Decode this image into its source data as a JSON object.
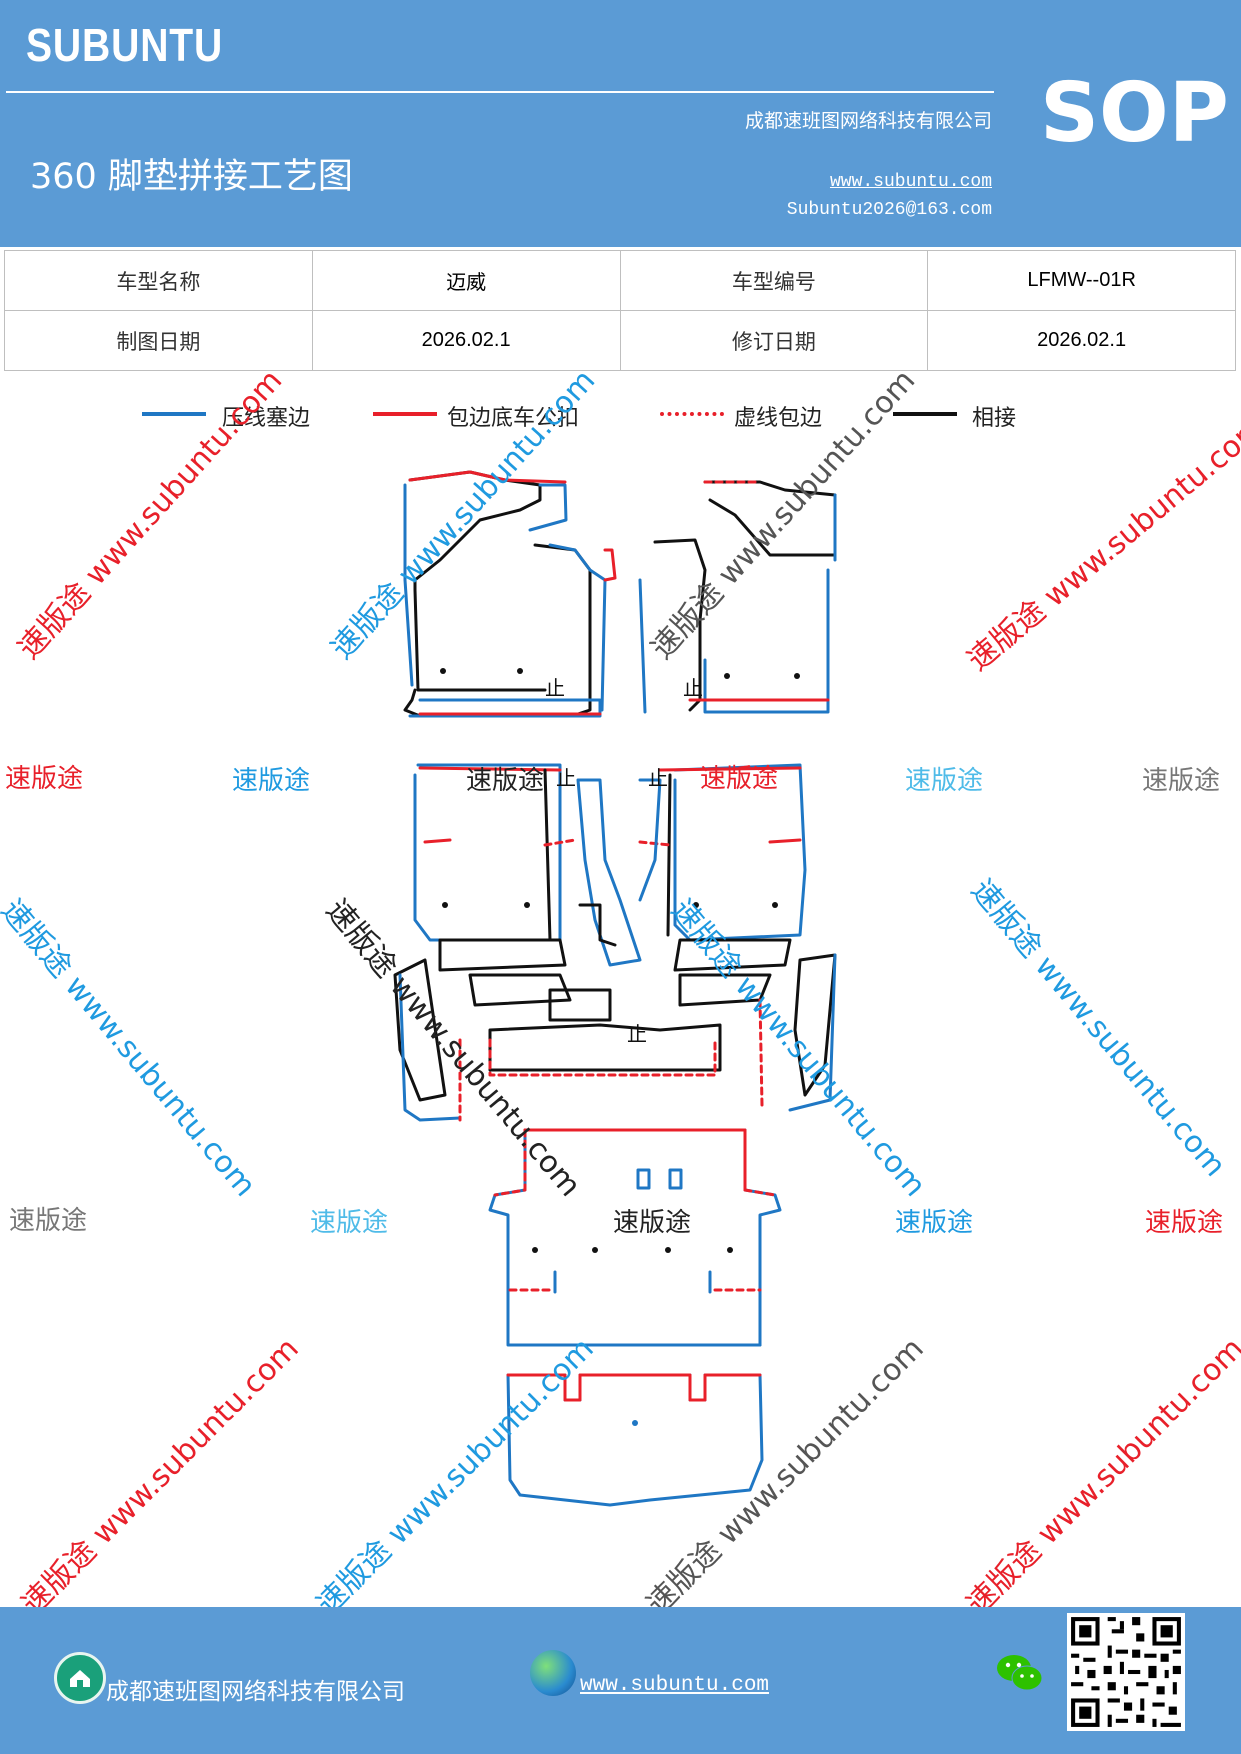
{
  "header": {
    "brand": "SUBUNTU",
    "company": "成都速班图网络科技有限公司",
    "title": "360 脚垫拼接工艺图",
    "website": "www.subuntu.com",
    "email": "Subuntu2026@163.com",
    "badge": "SOP"
  },
  "info": {
    "model_name_label": "车型名称",
    "model_name": "迈威",
    "model_code_label": "车型编号",
    "model_code": "LFMW--01R",
    "draw_date_label": "制图日期",
    "draw_date": "2026.02.1",
    "revise_date_label": "修订日期",
    "revise_date": "2026.02.1"
  },
  "legend": [
    {
      "label": "压线塞边",
      "color": "#1f77c4",
      "style": "solid"
    },
    {
      "label": "包边底车公扣",
      "color": "#e8202a",
      "style": "solid"
    },
    {
      "label": "虚线包边",
      "color": "#e8202a",
      "style": "dashed"
    },
    {
      "label": "相接",
      "color": "#111111",
      "style": "solid"
    }
  ],
  "watermarks": {
    "brand_cn": "速版途",
    "rotated_cn_url": "速版途 www.subuntu.com",
    "url": "www.subuntu.com",
    "marker": "止"
  },
  "footer": {
    "company": "成都速班图网络科技有限公司",
    "website": "www.subuntu.com "
  },
  "colors": {
    "header_bg": "#5b9bd5",
    "blue_line": "#1f77c4",
    "red_line": "#e8202a",
    "black_line": "#111111"
  },
  "icons": [
    "home-icon",
    "globe-icon",
    "wechat-icon",
    "qr-code"
  ]
}
